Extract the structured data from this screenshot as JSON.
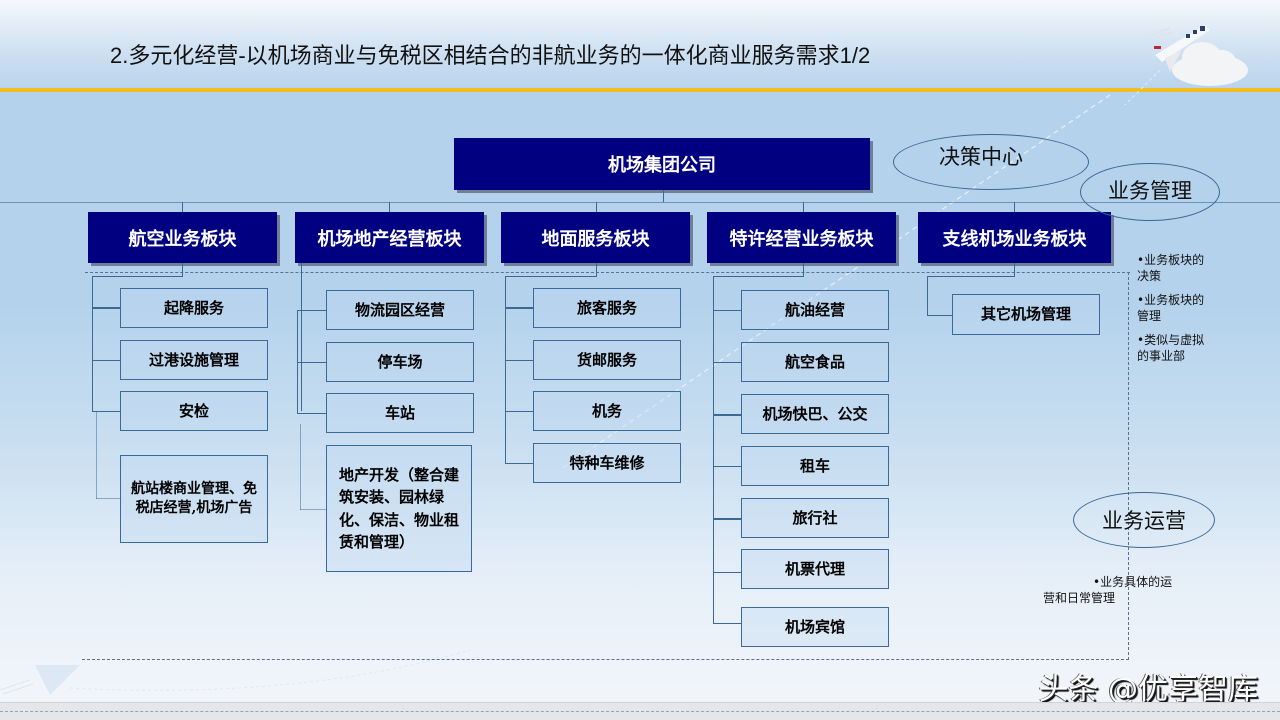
{
  "header": {
    "title": "2.多元化经营-以机场商业与免税区相结合的非航业务的一体化商业服务需求1/2",
    "decoration": "airplane-cloud-icon"
  },
  "colors": {
    "accent_line": "#f2bd1e",
    "dark_box": "#000080",
    "connector": "#3c6894"
  },
  "org_chart": {
    "root": "机场集团公司",
    "divisions": [
      {
        "label": "航空业务板块",
        "children": [
          "起降服务",
          "过港设施管理",
          "安检",
          "航站楼商业管理、免税店经营,机场广告"
        ]
      },
      {
        "label": "机场地产经营板块",
        "children": [
          "物流园区经营",
          "停车场",
          "车站",
          "地产开发（整合建筑安装、园林绿化、保洁、物业租赁和管理）"
        ]
      },
      {
        "label": "地面服务板块",
        "children": [
          "旅客服务",
          "货邮服务",
          "机务",
          "特种车维修"
        ]
      },
      {
        "label": "特许经营业务板块",
        "children": [
          "航油经营",
          "航空食品",
          "机场快巴、公交",
          "租车",
          "旅行社",
          "机票代理",
          "机场宾馆"
        ]
      },
      {
        "label": "支线机场业务板块",
        "children": [
          "其它机场管理"
        ]
      }
    ]
  },
  "annotations": {
    "decision_center": "决策中心",
    "business_management": "业务管理",
    "business_management_notes": [
      "•业务板块的决策",
      "•业务板块的管理",
      "•类似与虚拟的事业部"
    ],
    "business_operation": "业务运营",
    "business_operation_note": "•业务具体的运营和日常管理"
  },
  "watermark": "头条 @优享智库"
}
